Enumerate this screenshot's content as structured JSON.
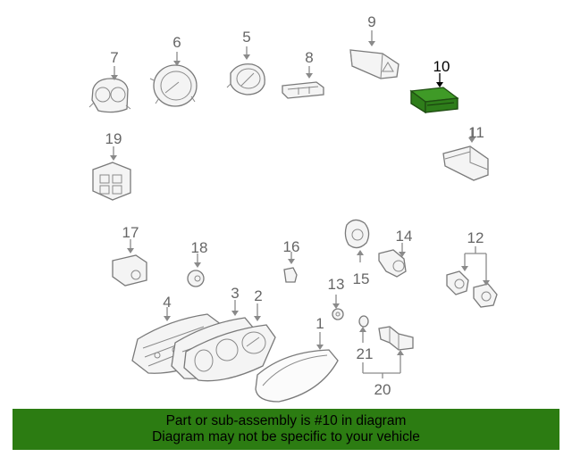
{
  "diagram": {
    "callouts": {
      "c1": "1",
      "c2": "2",
      "c3": "3",
      "c4": "4",
      "c5": "5",
      "c6": "6",
      "c7": "7",
      "c8": "8",
      "c9": "9",
      "c10": "10",
      "c11": "11",
      "c12": "12",
      "c13": "13",
      "c14": "14",
      "c15": "15",
      "c16": "16",
      "c17": "17",
      "c18": "18",
      "c19": "19",
      "c20": "20",
      "c21": "21"
    },
    "highlighted_callout": "10",
    "highlight_color": "#2c7c12"
  },
  "banner": {
    "line1": "Part or sub-assembly is #10 in diagram",
    "line2": "Diagram may not be specific to your vehicle"
  }
}
